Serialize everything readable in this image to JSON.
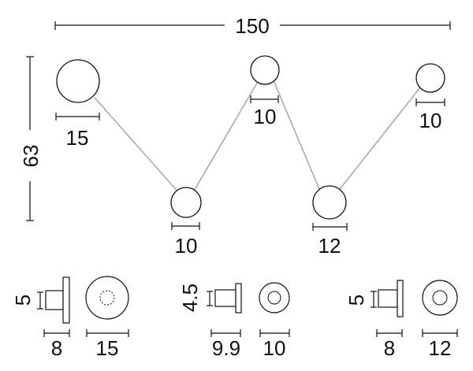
{
  "diagram": {
    "overall_width": "150",
    "overall_height": "63",
    "globes": [
      {
        "label": "15"
      },
      {
        "label": "10"
      },
      {
        "label": "10"
      },
      {
        "label": "12"
      },
      {
        "label": "10"
      }
    ],
    "details": [
      {
        "height_label": "5",
        "depth_label": "8",
        "diameter_label": "15"
      },
      {
        "height_label": "4.5",
        "depth_label": "9.9",
        "diameter_label": "10"
      },
      {
        "height_label": "5",
        "depth_label": "8",
        "diameter_label": "12"
      }
    ]
  }
}
